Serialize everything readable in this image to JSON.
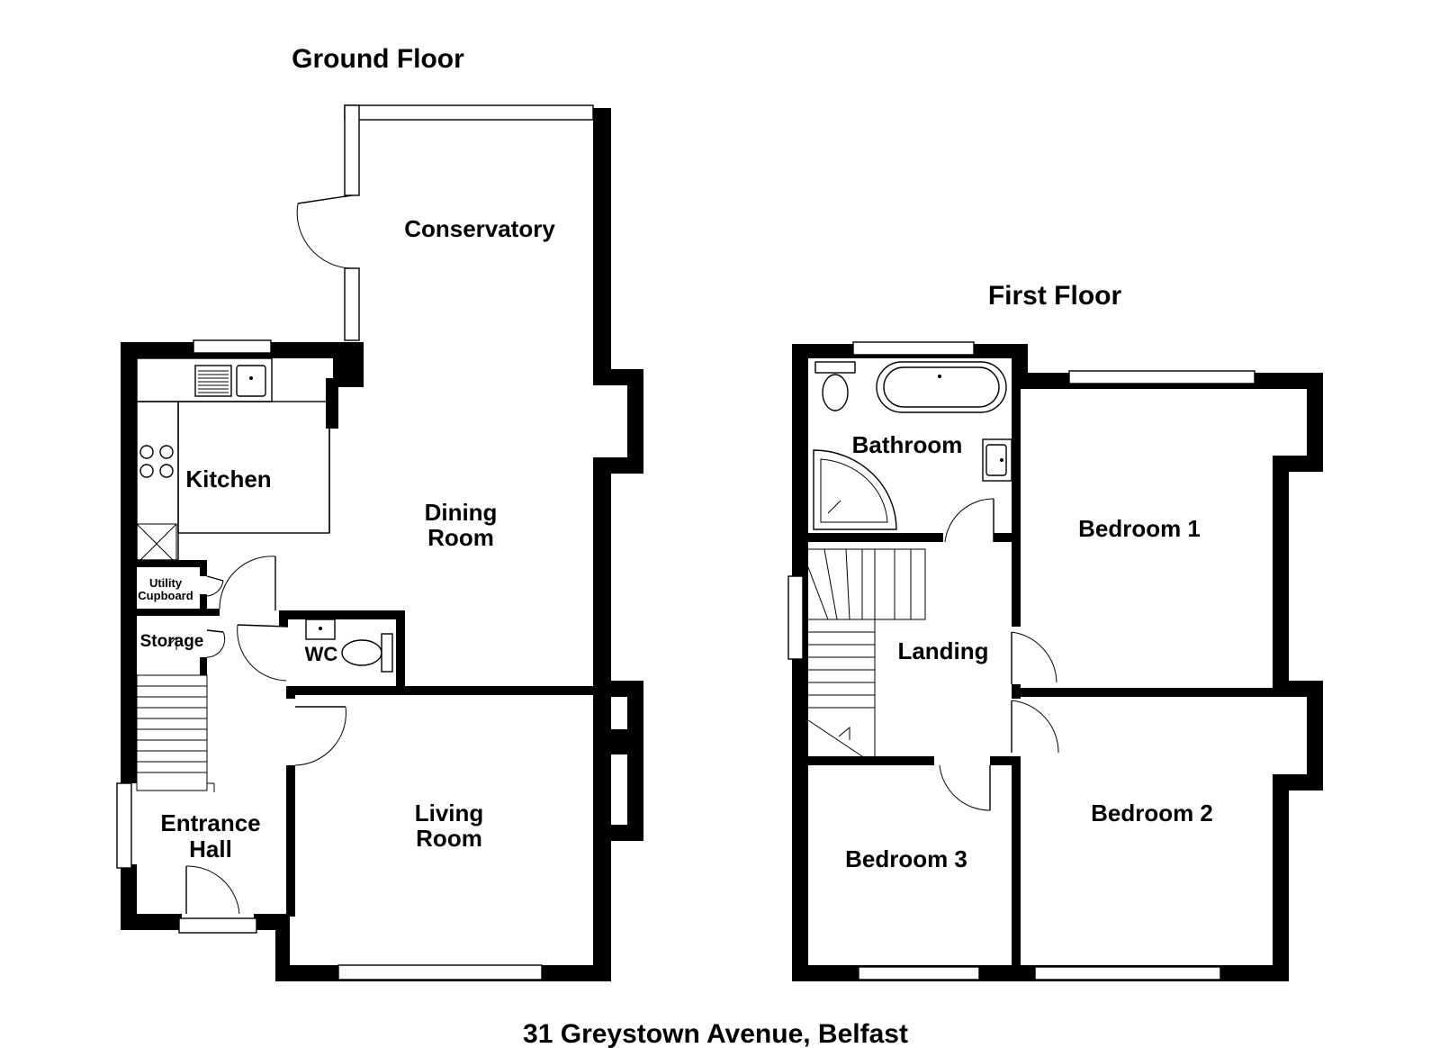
{
  "titles": {
    "ground_floor": "Ground Floor",
    "first_floor": "First Floor",
    "address": "31 Greystown Avenue, Belfast"
  },
  "ground_floor_rooms": {
    "conservatory": "Conservatory",
    "kitchen": "Kitchen",
    "dining_room_line1": "Dining",
    "dining_room_line2": "Room",
    "utility_line1": "Utility",
    "utility_line2": "Cupboard",
    "storage": "Storage",
    "wc": "WC",
    "entrance_hall_line1": "Entrance",
    "entrance_hall_line2": "Hall",
    "living_room_line1": "Living",
    "living_room_line2": "Room"
  },
  "first_floor_rooms": {
    "bathroom": "Bathroom",
    "bedroom1": "Bedroom 1",
    "landing": "Landing",
    "bedroom2": "Bedroom 2",
    "bedroom3": "Bedroom 3"
  }
}
